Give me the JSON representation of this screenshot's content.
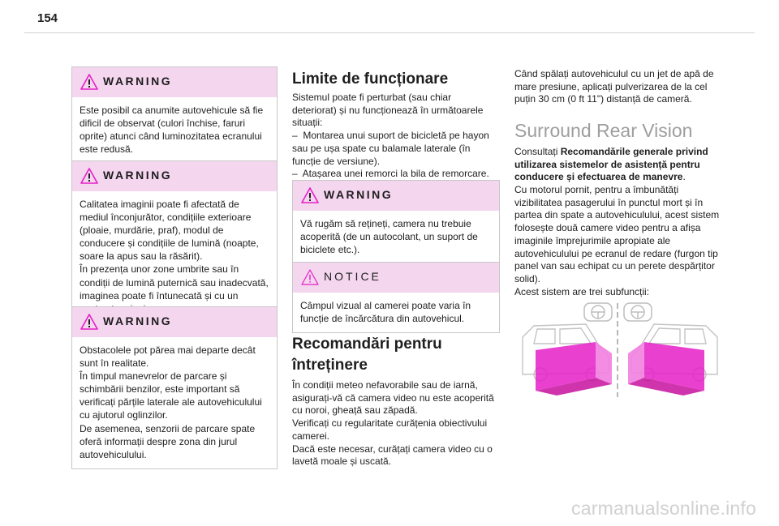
{
  "page_number": "154",
  "left": {
    "warnings": [
      {
        "title": "WARNING",
        "body": "Este posibil ca anumite autovehicule să fie dificil de observat (culori închise, faruri oprite) atunci când luminozitatea ecranului este redusă."
      },
      {
        "title": "WARNING",
        "body": "Calitatea imaginii poate fi afectată de mediul înconjurător, condițiile exterioare (ploaie, murdărie, praf), modul de conducere și condițiile de lumină (noapte, soare la apus sau la răsărit).\nÎn prezența unor zone umbrite sau în condiții de lumină puternică sau inadecvată, imaginea poate fi întunecată și cu un contrast mai mic."
      },
      {
        "title": "WARNING",
        "body": "Obstacolele pot părea mai departe decât sunt în realitate.\nÎn timpul manevrelor de parcare și schimbării benzilor, este important să verificați părțile laterale ale autovehiculului cu ajutorul oglinzilor.\nDe asemenea, senzorii de parcare spate oferă informații despre zona din jurul autovehiculului."
      }
    ]
  },
  "middle": {
    "limits_heading": "Limite de funcționare",
    "limits_text": "Sistemul poate fi perturbat (sau chiar deteriorat) și nu funcționează în următoarele situații:\n–  Montarea unui suport de bicicletă pe hayon sau pe ușa spate cu balamale laterale (în funcție de versiune).\n–  Atașarea unei remorci la bila de remorcare.\n–  Conducerea cu o ușă deschisă.",
    "warning": {
      "title": "WARNING",
      "body": "Vă rugăm să rețineți, camera nu trebuie acoperită (de un autocolant, un suport de biciclete etc.)."
    },
    "notice": {
      "title": "NOTICE",
      "body": "Câmpul vizual al camerei poate varia în funcție de încărcătura din autovehicul."
    },
    "maintenance_heading": "Recomandări pentru întreținere",
    "maintenance_text": "În condiții meteo nefavorabile sau de iarnă, asigurați-vă că camera video nu este acoperită cu noroi, gheață sau zăpadă.\nVerificați cu regularitate curățenia obiectivului camerei.\nDacă este necesar, curățați camera video cu o lavetă moale și uscată."
  },
  "right": {
    "wash_text": "Când spălați autovehiculul cu un jet de apă de mare presiune, aplicați pulverizarea de la cel puțin 30 cm (0 ft 11\") distanță de cameră.",
    "section_heading": "Surround Rear Vision",
    "consult_prefix": "Consultați ",
    "consult_bold": "Recomandările generale privind utilizarea sistemelor de asistență pentru conducere și efectuarea de manevre",
    "consult_suffix": ".",
    "system_text": "Cu motorul pornit, pentru a îmbunătăți vizibilitatea pasagerului în punctul mort și în partea din spate a autovehiculului, acest sistem folosește două camere video pentru a afișa imaginile împrejurimile apropiate ale autovehiculului pe ecranul de redare (furgon tip panel van sau echipat cu un perete despărțitor solid).\nAcest sistem are trei subfuncții:"
  },
  "watermark": "carmanualsonline.info",
  "colors": {
    "box_header": "#f4d6ef",
    "accent_magenta": "#e61ec8",
    "heading_grey": "#9e9e9e"
  }
}
